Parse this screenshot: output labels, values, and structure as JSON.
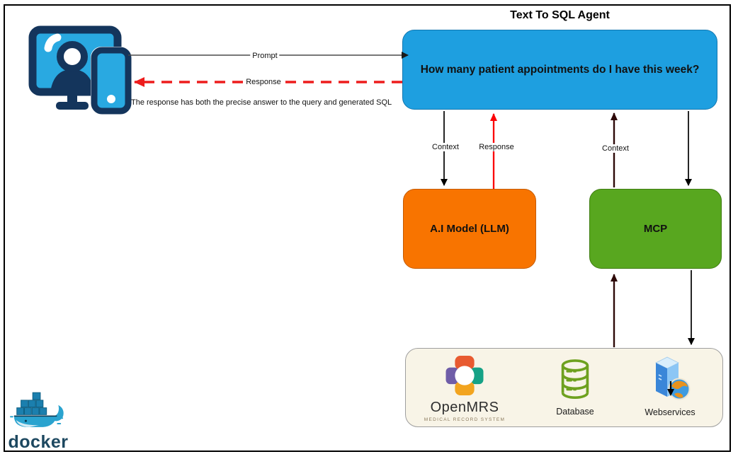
{
  "diagram": {
    "title": "Text To SQL Agent",
    "note": "The response has both the precise answer to the query and generated SQL"
  },
  "nodes": {
    "agent": {
      "label": "How many patient appointments do I have this week?",
      "color": "#1e9fe0"
    },
    "llm": {
      "label": "A.I Model (LLM)",
      "color": "#f87400"
    },
    "mcp": {
      "label": "MCP",
      "color": "#58a71f"
    }
  },
  "arrows": {
    "prompt": {
      "label": "Prompt",
      "color": "#4a4a4a",
      "style": "solid"
    },
    "response_to_user": {
      "label": "Response",
      "color": "#ed1c1c",
      "style": "dashed"
    },
    "context_to_llm": {
      "label": "Context",
      "color": "#000000",
      "style": "solid"
    },
    "response_from_llm": {
      "label": "Response",
      "color": "#fb0207",
      "style": "solid"
    },
    "context_from_mcp": {
      "label": "Context",
      "color": "#2d0908",
      "style": "solid"
    },
    "agent_to_mcp": {
      "color": "#000000",
      "style": "solid"
    },
    "backend_to_mcp": {
      "color": "#2d0908",
      "style": "solid"
    },
    "mcp_to_backend": {
      "color": "#000000",
      "style": "solid"
    }
  },
  "backend": {
    "openmrs": {
      "name": "OpenMRS",
      "tagline": "MEDICAL RECORD SYSTEM"
    },
    "database": {
      "label": "Database"
    },
    "webservices": {
      "label": "Webservices"
    }
  },
  "branding": {
    "docker_label": "docker"
  }
}
